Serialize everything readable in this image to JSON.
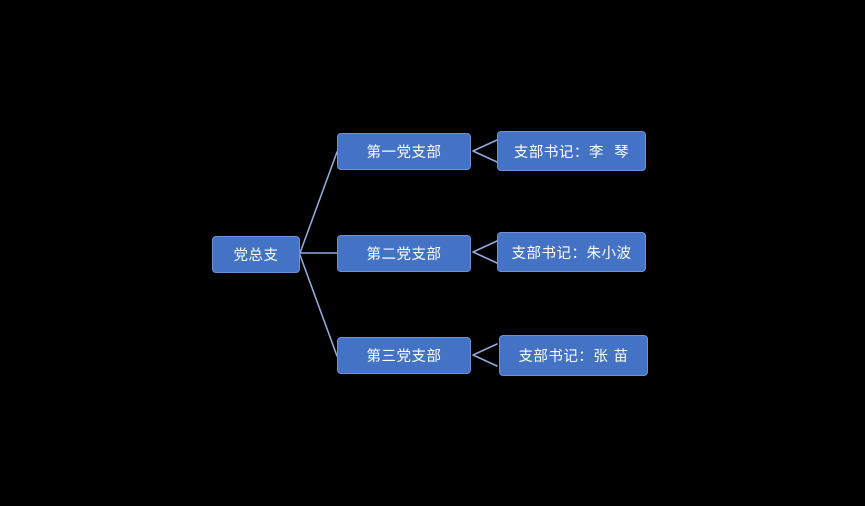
{
  "diagram": {
    "type": "org-chart",
    "colors": {
      "background": "#000000",
      "node_fill": "#4472C4",
      "node_border": "#6E92D8",
      "connector": "#8FAADC",
      "text": "#FFFFFF"
    },
    "root": {
      "label": "党总支"
    },
    "branches": [
      {
        "label": "第一党支部",
        "secretary_label": "支部书记：李  琴"
      },
      {
        "label": "第二党支部",
        "secretary_label": "支部书记：朱小波"
      },
      {
        "label": "第三党支部",
        "secretary_label": "支部书记：张 苗"
      }
    ]
  }
}
